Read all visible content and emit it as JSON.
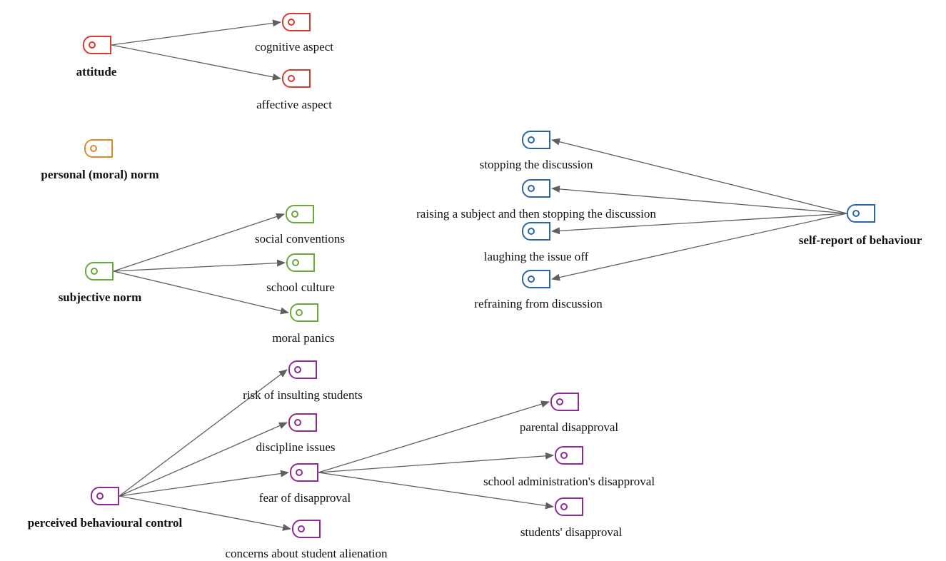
{
  "colors": {
    "attitude": "#d83a2e",
    "personal_norm": "#e0892b",
    "subjective_norm": "#6aa83a",
    "behaviour": "#2a66a8",
    "control": "#8e2a96",
    "edge": "#5f5f5f"
  },
  "node_icon": "tag-icon",
  "nodes": {
    "attitude": {
      "label": "attitude",
      "bold": true,
      "group": "attitude"
    },
    "cognitive": {
      "label": "cognitive aspect",
      "bold": false,
      "group": "attitude"
    },
    "affective": {
      "label": "affective aspect",
      "bold": false,
      "group": "attitude"
    },
    "personal_norm": {
      "label": "personal (moral) norm",
      "bold": true,
      "group": "personal_norm"
    },
    "subjective_norm": {
      "label": "subjective norm",
      "bold": true,
      "group": "subjective_norm"
    },
    "social_conventions": {
      "label": "social conventions",
      "bold": false,
      "group": "subjective_norm"
    },
    "school_culture": {
      "label": "school culture",
      "bold": false,
      "group": "subjective_norm"
    },
    "moral_panics": {
      "label": "moral panics",
      "bold": false,
      "group": "subjective_norm"
    },
    "self_report": {
      "label": "self-report of behaviour",
      "bold": true,
      "group": "behaviour"
    },
    "stopping": {
      "label": "stopping the discussion",
      "bold": false,
      "group": "behaviour"
    },
    "raising": {
      "label": "raising a subject and then stopping the discussion",
      "bold": false,
      "group": "behaviour"
    },
    "laughing": {
      "label": "laughing the issue off",
      "bold": false,
      "group": "behaviour"
    },
    "refraining": {
      "label": "refraining from discussion",
      "bold": false,
      "group": "behaviour"
    },
    "pbc": {
      "label": "perceived behavioural control",
      "bold": true,
      "group": "control"
    },
    "risk": {
      "label": "risk of insulting students",
      "bold": false,
      "group": "control"
    },
    "discipline": {
      "label": "discipline issues",
      "bold": false,
      "group": "control"
    },
    "fear": {
      "label": "fear of disapproval",
      "bold": false,
      "group": "control"
    },
    "alienation": {
      "label": "concerns about student alienation",
      "bold": false,
      "group": "control"
    },
    "parental": {
      "label": "parental disapproval",
      "bold": false,
      "group": "control"
    },
    "administration": {
      "label": "school administration's disapproval",
      "bold": false,
      "group": "control"
    },
    "students_disapproval": {
      "label": "students' disapproval",
      "bold": false,
      "group": "control"
    }
  },
  "edges": [
    [
      "attitude",
      "cognitive"
    ],
    [
      "attitude",
      "affective"
    ],
    [
      "subjective_norm",
      "social_conventions"
    ],
    [
      "subjective_norm",
      "school_culture"
    ],
    [
      "subjective_norm",
      "moral_panics"
    ],
    [
      "self_report",
      "stopping"
    ],
    [
      "self_report",
      "raising"
    ],
    [
      "self_report",
      "laughing"
    ],
    [
      "self_report",
      "refraining"
    ],
    [
      "pbc",
      "risk"
    ],
    [
      "pbc",
      "discipline"
    ],
    [
      "pbc",
      "fear"
    ],
    [
      "pbc",
      "alienation"
    ],
    [
      "fear",
      "parental"
    ],
    [
      "fear",
      "administration"
    ],
    [
      "fear",
      "students_disapproval"
    ]
  ]
}
